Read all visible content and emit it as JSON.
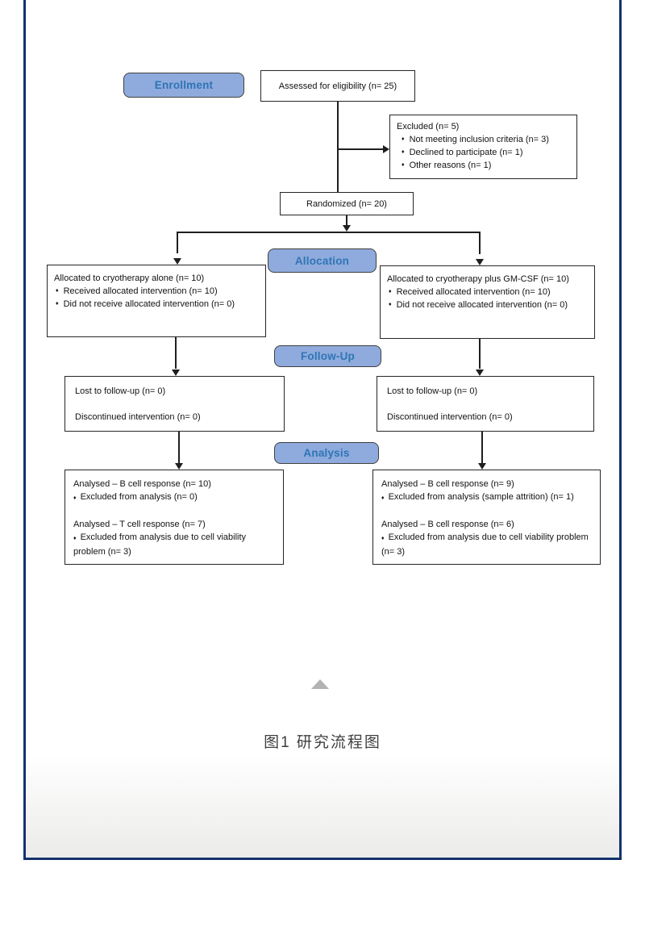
{
  "figure": {
    "caption": "图1 研究流程图",
    "bullet_glyph": "♦",
    "collapse_icon": "▲",
    "colors": {
      "panel_border": "#14326e",
      "stage_fill": "#8faadc",
      "stage_text": "#2e75b6"
    },
    "stages": {
      "enrollment": "Enrollment",
      "allocation": "Allocation",
      "followup": "Follow-Up",
      "analysis": "Analysis"
    },
    "enrollment": {
      "assessed": "Assessed for eligibility (n= 25)",
      "excluded_title": "Excluded (n= 5)",
      "excluded_items": [
        "Not meeting inclusion criteria (n= 3)",
        "Declined to participate (n= 1)",
        "Other reasons (n= 1)"
      ],
      "randomized": "Randomized (n= 20)"
    },
    "allocation": {
      "left": {
        "title": "Allocated to cryotherapy alone (n= 10)",
        "items": [
          "Received allocated intervention (n= 10)",
          "Did not receive allocated intervention (n= 0)"
        ]
      },
      "right": {
        "title": "Allocated to cryotherapy plus GM-CSF (n= 10)",
        "items": [
          "Received allocated intervention (n= 10)",
          "Did not receive allocated intervention (n= 0)"
        ]
      }
    },
    "followup": {
      "left": [
        "Lost to follow-up (n= 0)",
        "Discontinued intervention (n= 0)"
      ],
      "right": [
        "Lost to follow-up (n= 0)",
        "Discontinued intervention (n= 0)"
      ]
    },
    "analysis": {
      "left": {
        "s1_title": "Analysed – B cell response (n= 10)",
        "s1_item": "Excluded from analysis (n= 0)",
        "s2_title": "Analysed – T cell response (n= 7)",
        "s2_item": "Excluded from analysis due to cell viability problem (n= 3)"
      },
      "right": {
        "s1_title": "Analysed – B cell response (n= 9)",
        "s1_item": "Excluded from analysis (sample attrition) (n= 1)",
        "s2_title": "Analysed – B cell response (n= 6)",
        "s2_item": "Excluded from analysis due to cell viability problem (n= 3)"
      }
    }
  }
}
